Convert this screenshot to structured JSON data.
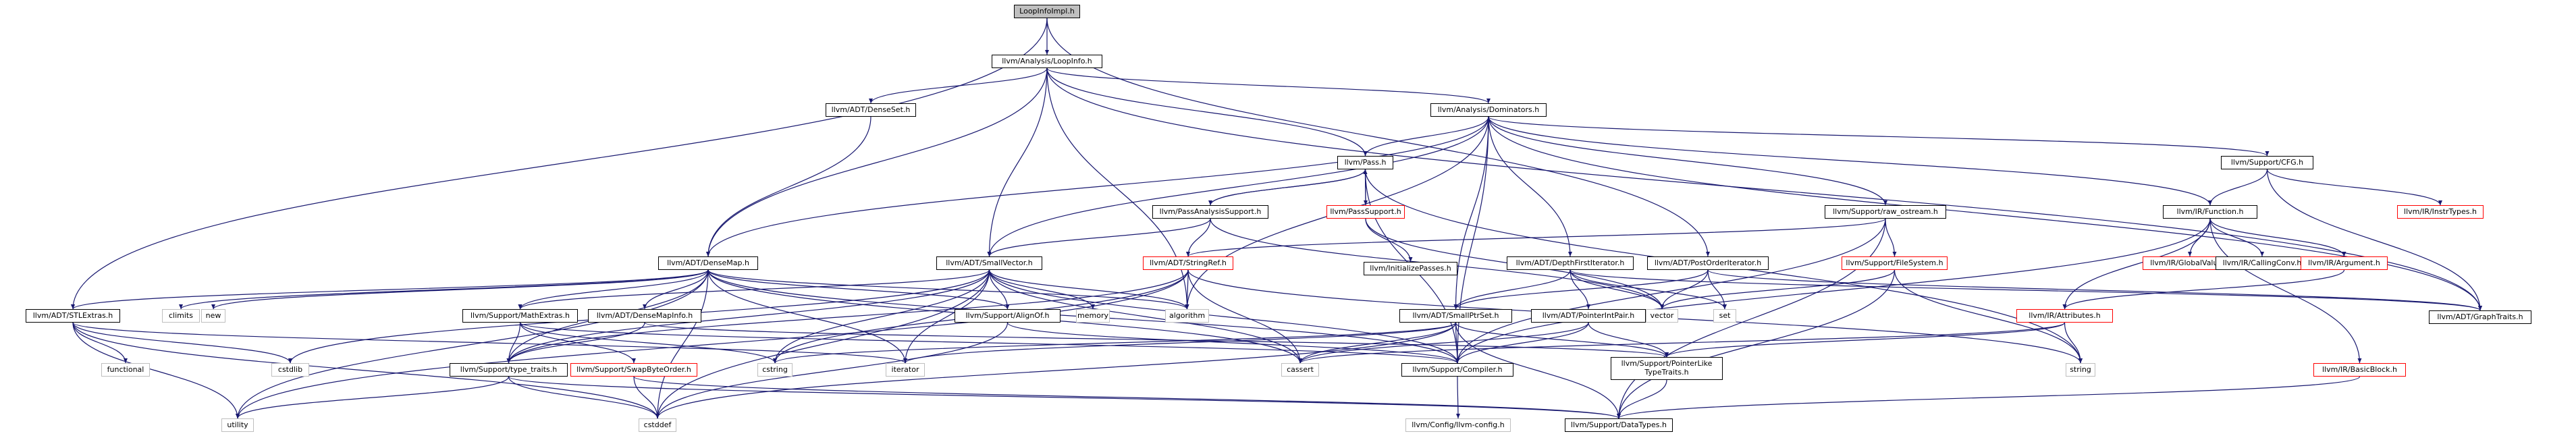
{
  "graph": {
    "nodes": {
      "root": "LoopInfoImpl.h",
      "loopinfo": "llvm/Analysis/LoopInfo.h",
      "denseset": "llvm/ADT/DenseSet.h",
      "dominators": "llvm/Analysis/Dominators.h",
      "pass": "llvm/Pass.h",
      "passanalysis": "llvm/PassAnalysisSupport.h",
      "passsupport": "llvm/PassSupport.h",
      "initpasses": "llvm/InitializePasses.h",
      "raw_ostream": "llvm/Support/raw_ostream.h",
      "filesystem": "llvm/Support/FileSystem.h",
      "cfg": "llvm/Support/CFG.h",
      "function": "llvm/IR/Function.h",
      "instrtypes": "llvm/IR/InstrTypes.h",
      "globalvalue": "llvm/IR/GlobalValue.h",
      "callingconv": "llvm/IR/CallingConv.h",
      "argument": "llvm/IR/Argument.h",
      "graphtraits": "llvm/ADT/GraphTraits.h",
      "attributes": "llvm/IR/Attributes.h",
      "basicblock": "llvm/IR/BasicBlock.h",
      "densemap": "llvm/ADT/DenseMap.h",
      "smallvector": "llvm/ADT/SmallVector.h",
      "stringref": "llvm/ADT/StringRef.h",
      "dfiterator": "llvm/ADT/DepthFirstIterator.h",
      "poiterator": "llvm/ADT/PostOrderIterator.h",
      "stlextras": "llvm/ADT/STLExtras.h",
      "climits": "climits",
      "new": "new",
      "mathextras": "llvm/Support/MathExtras.h",
      "densemapinfo": "llvm/ADT/DenseMapInfo.h",
      "alignof": "llvm/Support/AlignOf.h",
      "memory": "memory",
      "algorithm": "algorithm",
      "vector": "vector",
      "set": "set",
      "smallptrset": "llvm/ADT/SmallPtrSet.h",
      "pointerintpair": "llvm/ADT/PointerIntPair.h",
      "functional": "functional",
      "cstdlib": "cstdlib",
      "typetraits": "llvm/Support/type_traits.h",
      "swapbyteorder": "llvm/Support/SwapByteOrder.h",
      "cstring": "cstring",
      "iterator": "iterator",
      "cassert": "cassert",
      "compiler": "llvm/Support/Compiler.h",
      "ptrliketraits": "llvm/Support/PointerLike\nTypeTraits.h",
      "string": "string",
      "utility": "utility",
      "cstddef": "cstddef",
      "llvmconfig": "llvm/Config/llvm-config.h",
      "datatypes": "llvm/Support/DataTypes.h"
    }
  }
}
